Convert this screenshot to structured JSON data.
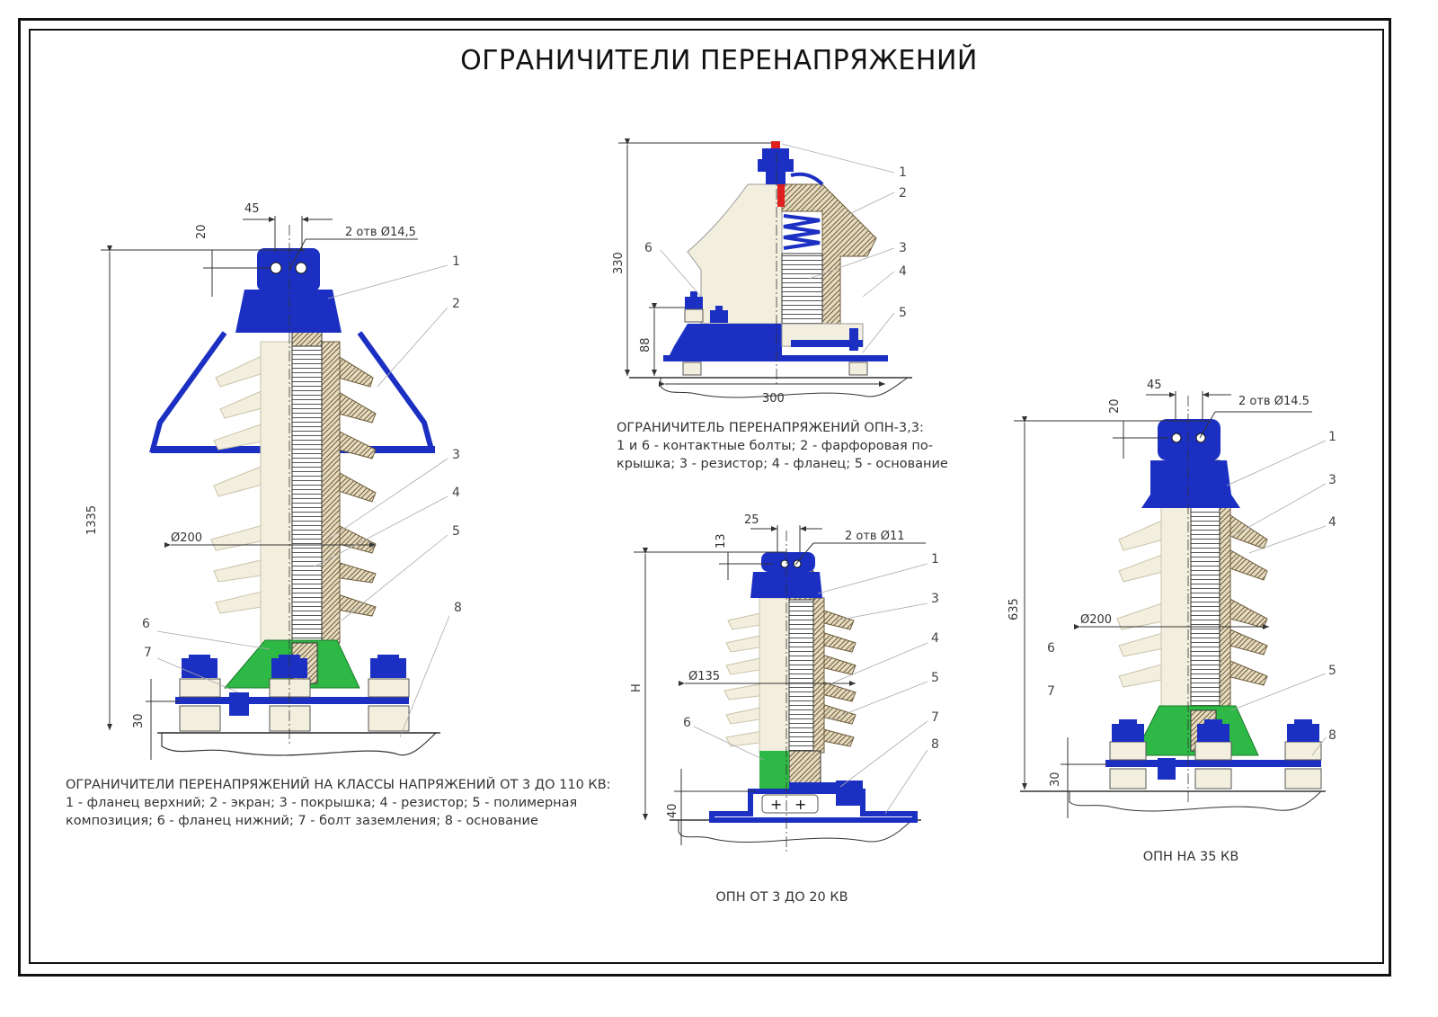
{
  "title": "ОГРАНИЧИТЕЛИ ПЕРЕНАПРЯЖЕНИЙ",
  "colors": {
    "porcelain": "#f3efdf",
    "flange_blue": "#1b2fc2",
    "green": "#2eb845",
    "hatch": "#7a6a4a",
    "red": "#e0201f"
  },
  "left_arrester": {
    "dims": {
      "width_top": "45",
      "top_height": "20",
      "holes": "2 отв Ø14,5",
      "height": "1335",
      "diameter": "Ø200",
      "base": "30"
    },
    "numbers": [
      "1",
      "2",
      "3",
      "4",
      "5",
      "8",
      "6",
      "7"
    ],
    "caption": [
      "ОГРАНИЧИТЕЛИ ПЕРЕНАПРЯЖЕНИЙ НА КЛАССЫ НАПРЯЖЕНИЙ ОТ 3 ДО 110 КВ:",
      "1 - фланец верхний; 2 - экран; 3 - покрышка; 4 - резистор; 5 - полимерная",
      "композиция; 6 - фланец нижний; 7 - болт заземления; 8 - основание"
    ]
  },
  "opn33": {
    "dims": {
      "height": "330",
      "low": "88",
      "width": "300"
    },
    "numbers": [
      "1",
      "2",
      "3",
      "4",
      "5",
      "6"
    ],
    "caption": [
      "ОГРАНИЧИТЕЛЬ ПЕРЕНАПРЯЖЕНИЙ ОПН-3,3:",
      "1 и 6 - контактные болты; 2 - фарфоровая по-",
      "крышка; 3 - резистор; 4 - фланец; 5 - основание"
    ]
  },
  "opn20": {
    "dims": {
      "width_top": "25",
      "top_height": "13",
      "holes": "2 отв Ø11",
      "height": "H",
      "diameter": "Ø135",
      "base": "40"
    },
    "numbers": [
      "1",
      "3",
      "4",
      "5",
      "6",
      "7",
      "8"
    ],
    "caption": "ОПН ОТ 3 ДО 20 КВ"
  },
  "opn35": {
    "dims": {
      "width_top": "45",
      "top_height": "20",
      "holes": "2 отв Ø14.5",
      "height": "635",
      "diameter": "Ø200",
      "base": "30"
    },
    "numbers": [
      "1",
      "3",
      "4",
      "5",
      "6",
      "7",
      "8"
    ],
    "caption": "ОПН НА 35 КВ"
  }
}
